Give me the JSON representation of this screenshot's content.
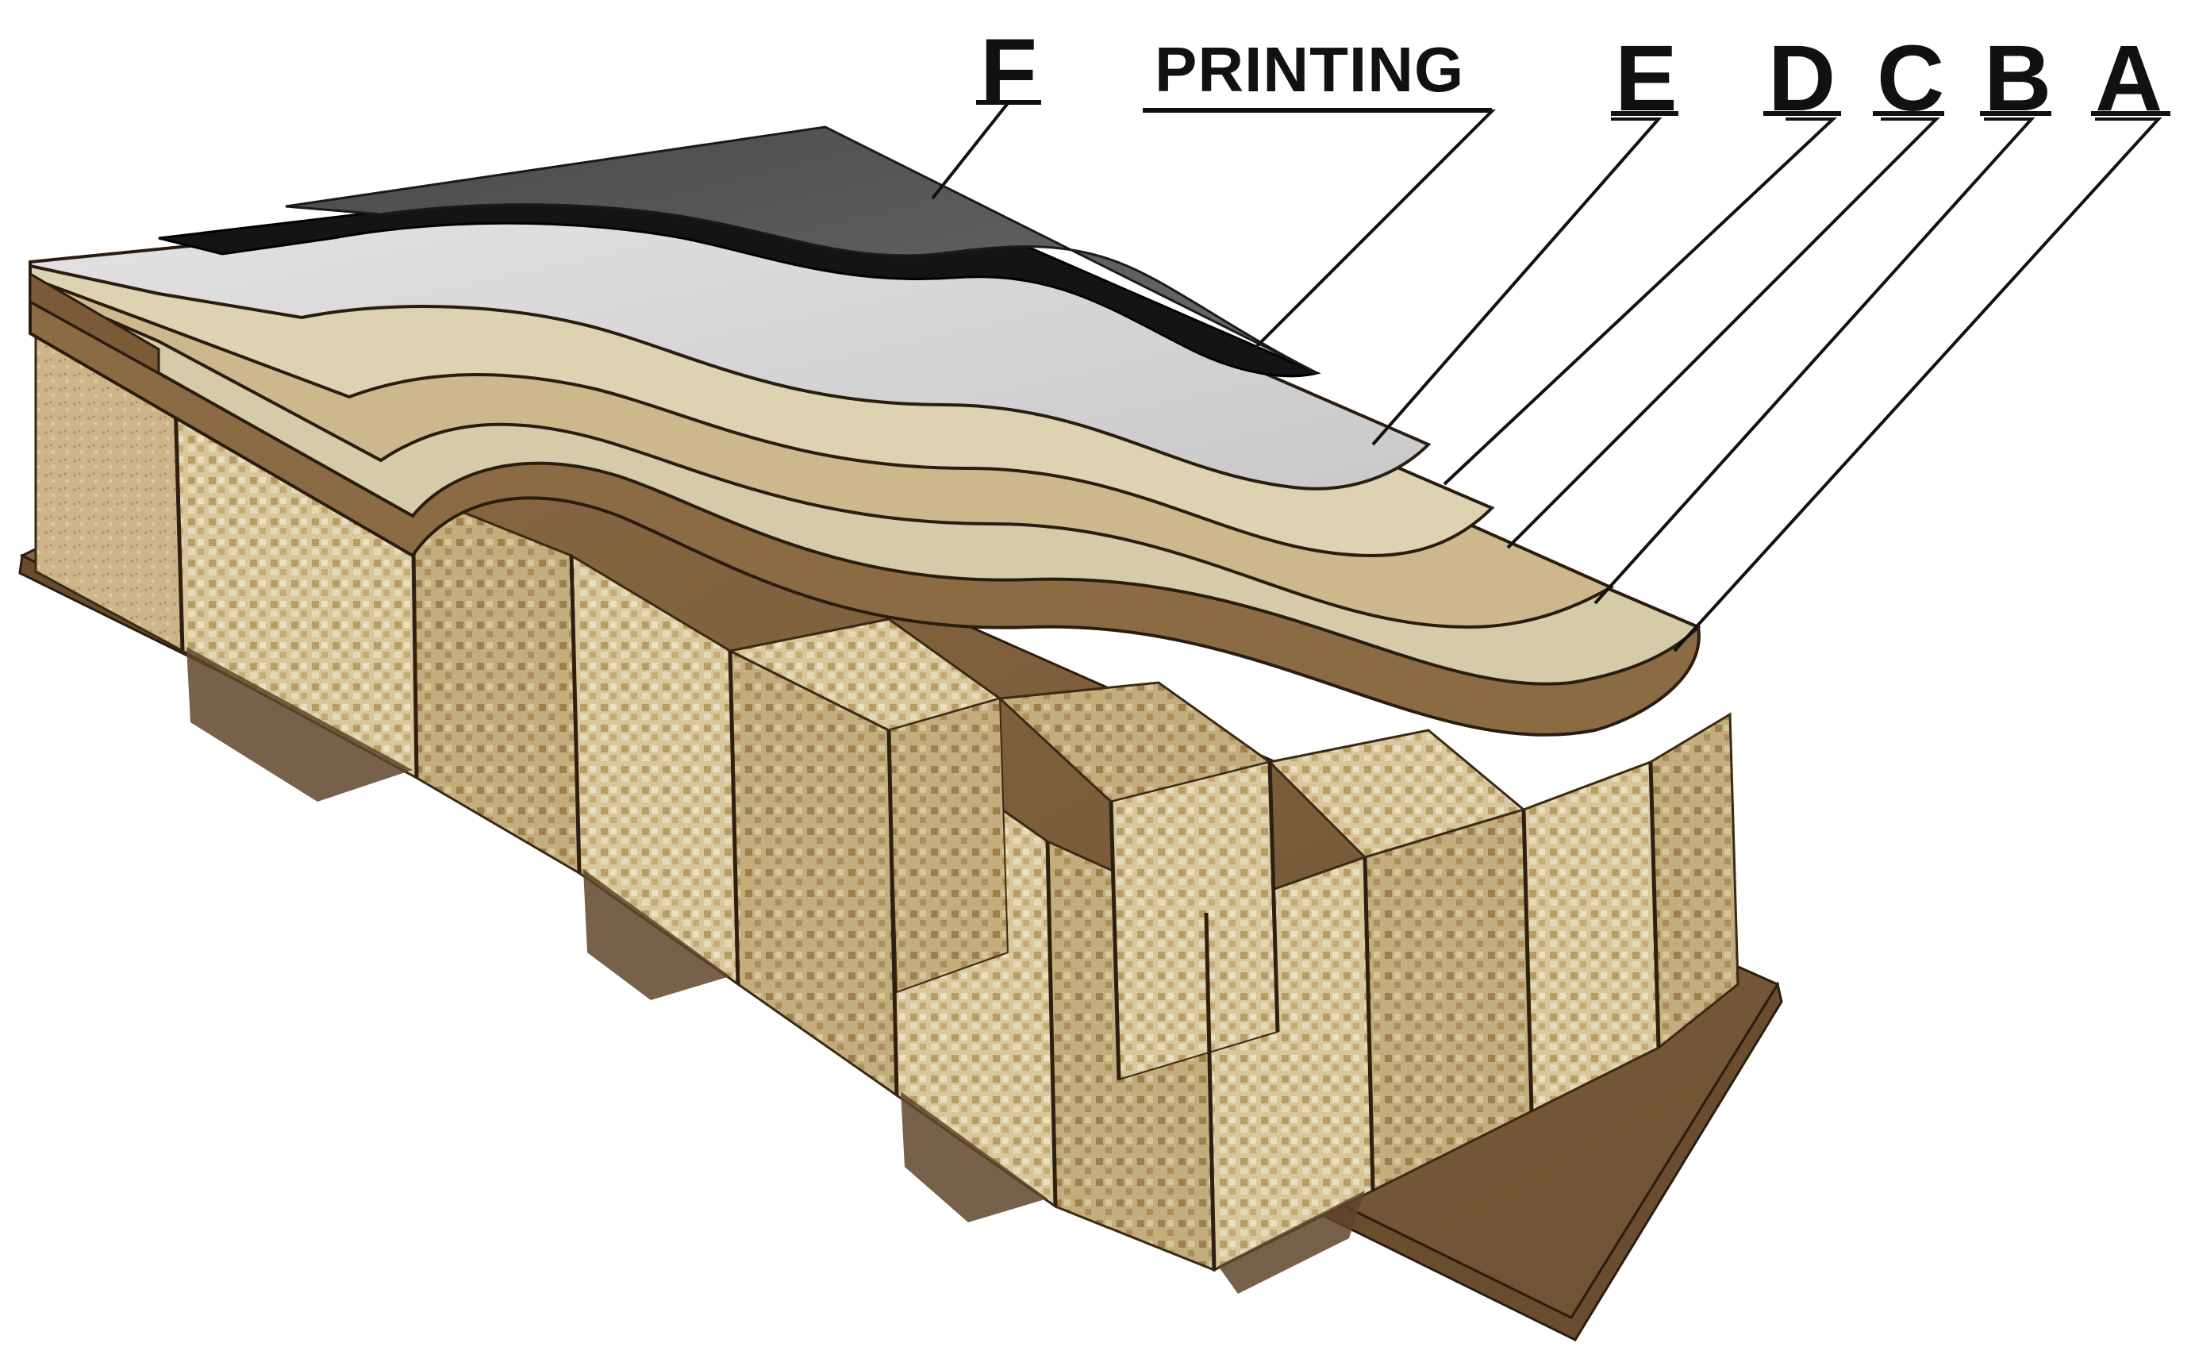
{
  "labels": {
    "F": "F",
    "printing": "PRINTING",
    "E": "E",
    "D": "D",
    "C": "C",
    "B": "B",
    "A": "A"
  },
  "colors": {
    "F": "#555555",
    "printing": "#111111",
    "E": "#d4d4d4",
    "D": "#ddd2b2",
    "C": "#ccb88c",
    "B": "#d6cba8",
    "A": "#8b6b43",
    "core_walls": "#d6c398",
    "base_board": "#7a5a37"
  }
}
